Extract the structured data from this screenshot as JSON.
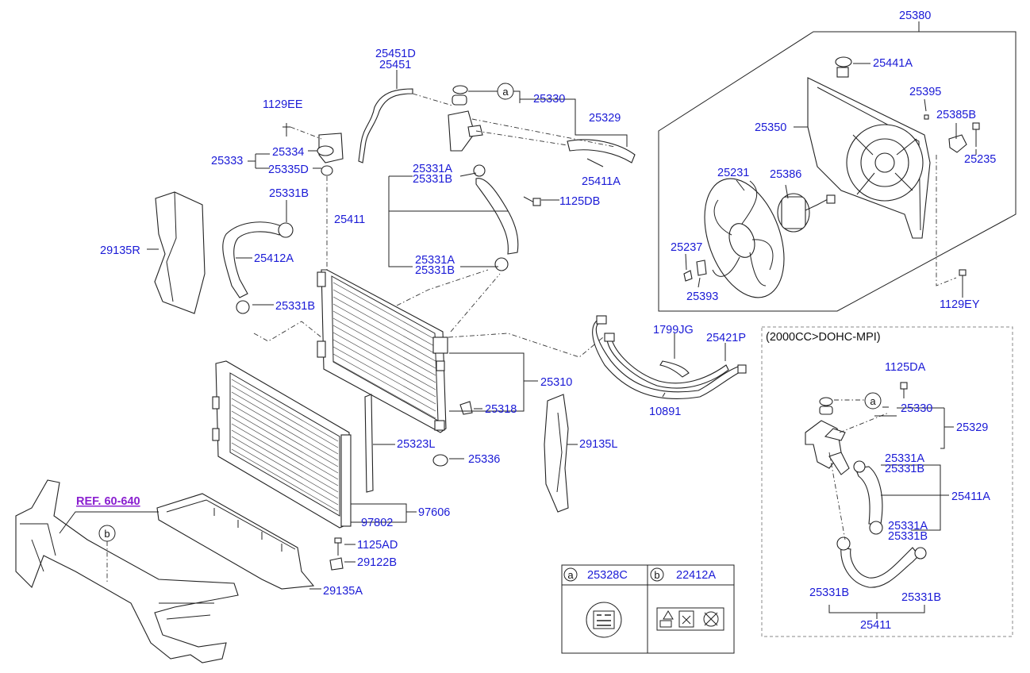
{
  "labels": {
    "p25380": "25380",
    "p25441A": "25441A",
    "p25395": "25395",
    "p25385B": "25385B",
    "p25350": "25350",
    "p25235": "25235",
    "p25231": "25231",
    "p25386": "25386",
    "p25237": "25237",
    "p25393": "25393",
    "p1129EY": "1129EY",
    "p25451D": "25451D",
    "p25451": "25451",
    "p25330": "25330",
    "p25329": "25329",
    "p1129EE": "1129EE",
    "p25334": "25334",
    "p25333": "25333",
    "p25335D": "25335D",
    "p25331A_1": "25331A",
    "p25331B_1": "25331B",
    "p25411A": "25411A",
    "p1125DB": "1125DB",
    "p25331B_2": "25331B",
    "p25411": "25411",
    "p29135R": "29135R",
    "p25412A": "25412A",
    "p25331A_2": "25331A",
    "p25331B_3": "25331B",
    "p25331B_4": "25331B",
    "p1799JG": "1799JG",
    "p25421P": "25421P",
    "p25310": "25310",
    "p10891": "10891",
    "p25318": "25318",
    "p29135L": "29135L",
    "p25323L": "25323L",
    "p25336": "25336",
    "ref": "REF. 60-640",
    "p97606": "97606",
    "p97802": "97802",
    "p1125AD": "1125AD",
    "p29122B": "29122B",
    "p29135A": "29135A",
    "inset_title": "(2000CC>DOHC-MPI)",
    "i1125DA": "1125DA",
    "i25330": "25330",
    "i25329": "25329",
    "i25331A_1": "25331A",
    "i25331B_1": "25331B",
    "i25411A": "25411A",
    "i25331A_2": "25331A",
    "i25331B_2": "25331B",
    "i25331B_3": "25331B",
    "i25331B_4": "25331B",
    "i25411": "25411"
  },
  "callouts": {
    "a": "a",
    "b": "b"
  },
  "legend": {
    "a_letter": "a",
    "a_part": "25328C",
    "b_letter": "b",
    "b_part": "22412A"
  },
  "colors": {
    "label": "#1a1ad6",
    "ref": "#8a1fd0",
    "line": "#222222"
  }
}
